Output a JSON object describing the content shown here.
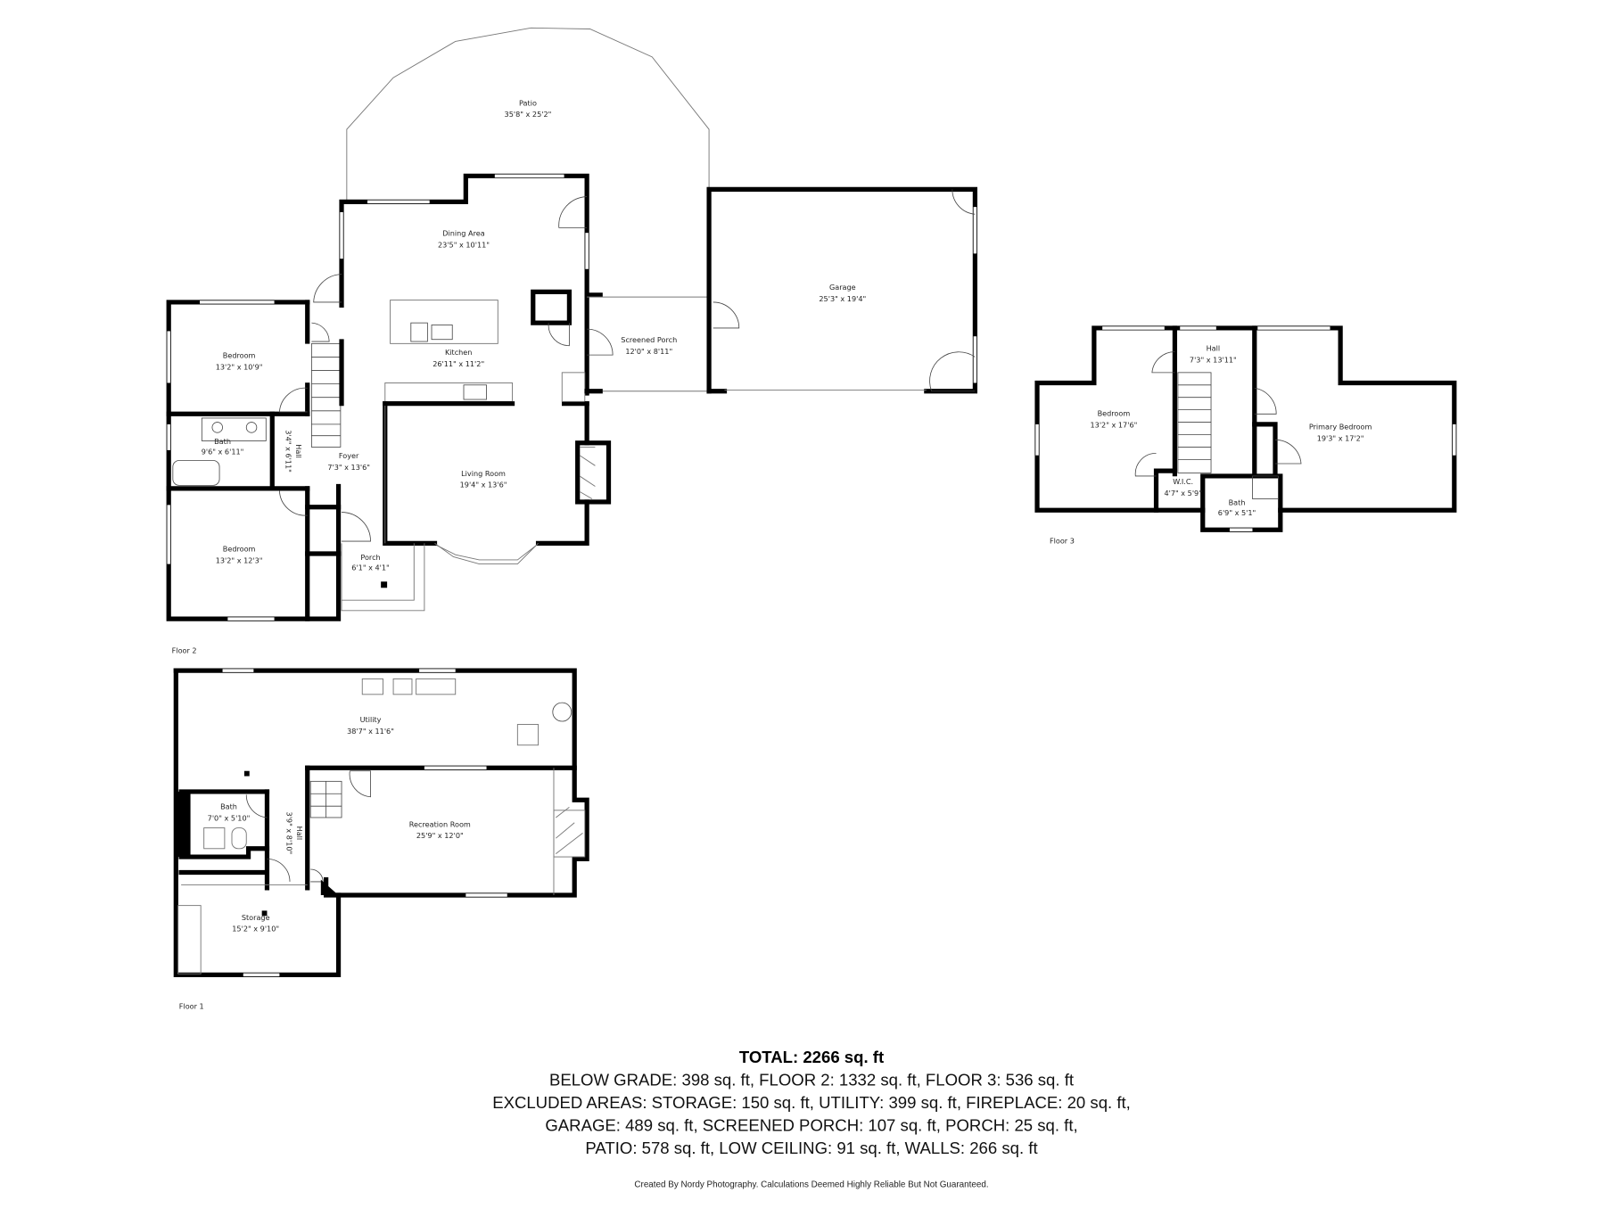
{
  "floor2": {
    "label": "Floor 2",
    "rooms": {
      "patio": {
        "name": "Patio",
        "dims": "35'8\" x 25'2\""
      },
      "dining": {
        "name": "Dining Area",
        "dims": "23'5\" x 10'11\""
      },
      "kitchen": {
        "name": "Kitchen",
        "dims": "26'11\" x 11'2\""
      },
      "garage": {
        "name": "Garage",
        "dims": "25'3\" x 19'4\""
      },
      "screened_porch": {
        "name": "Screened Porch",
        "dims": "12'0\" x 8'11\""
      },
      "bedroom1": {
        "name": "Bedroom",
        "dims": "13'2\" x 10'9\""
      },
      "bath": {
        "name": "Bath",
        "dims": "9'6\" x 6'11\""
      },
      "hall": {
        "name": "Hall",
        "dims": "3'4\" x 6'11\""
      },
      "foyer": {
        "name": "Foyer",
        "dims": "7'3\" x 13'6\""
      },
      "living": {
        "name": "Living Room",
        "dims": "19'4\" x 13'6\""
      },
      "bedroom2": {
        "name": "Bedroom",
        "dims": "13'2\" x 12'3\""
      },
      "porch": {
        "name": "Porch",
        "dims": "6'1\" x 4'1\""
      }
    }
  },
  "floor3": {
    "label": "Floor 3",
    "rooms": {
      "hall": {
        "name": "Hall",
        "dims": "7'3\" x 13'11\""
      },
      "bedroom": {
        "name": "Bedroom",
        "dims": "13'2\" x 17'6\""
      },
      "primary": {
        "name": "Primary Bedroom",
        "dims": "19'3\" x 17'2\""
      },
      "wic": {
        "name": "W.I.C.",
        "dims": "4'7\" x 5'9\""
      },
      "bath": {
        "name": "Bath",
        "dims": "6'9\" x 5'1\""
      }
    }
  },
  "floor1": {
    "label": "Floor 1",
    "rooms": {
      "utility": {
        "name": "Utility",
        "dims": "38'7\" x 11'6\""
      },
      "bath": {
        "name": "Bath",
        "dims": "7'0\" x 5'10\""
      },
      "hall": {
        "name": "Hall",
        "dims": "3'9\" x 8'10\""
      },
      "recreation": {
        "name": "Recreation Room",
        "dims": "25'9\" x 12'0\""
      },
      "storage": {
        "name": "Storage",
        "dims": "15'2\" x 9'10\""
      }
    }
  },
  "summary": {
    "total": "TOTAL: 2266 sq. ft",
    "lines": [
      "BELOW GRADE: 398 sq. ft, FLOOR 2: 1332 sq. ft, FLOOR 3: 536 sq. ft",
      "EXCLUDED AREAS: STORAGE: 150 sq. ft, UTILITY: 399 sq. ft, FIREPLACE: 20 sq. ft,",
      "GARAGE: 489 sq. ft, SCREENED PORCH: 107 sq. ft, PORCH: 25 sq. ft,",
      "PATIO: 578 sq. ft, LOW CEILING: 91 sq. ft, WALLS: 266 sq. ft"
    ],
    "credit": "Created By Nordy Photography. Calculations Deemed Highly Reliable But Not Guaranteed."
  }
}
